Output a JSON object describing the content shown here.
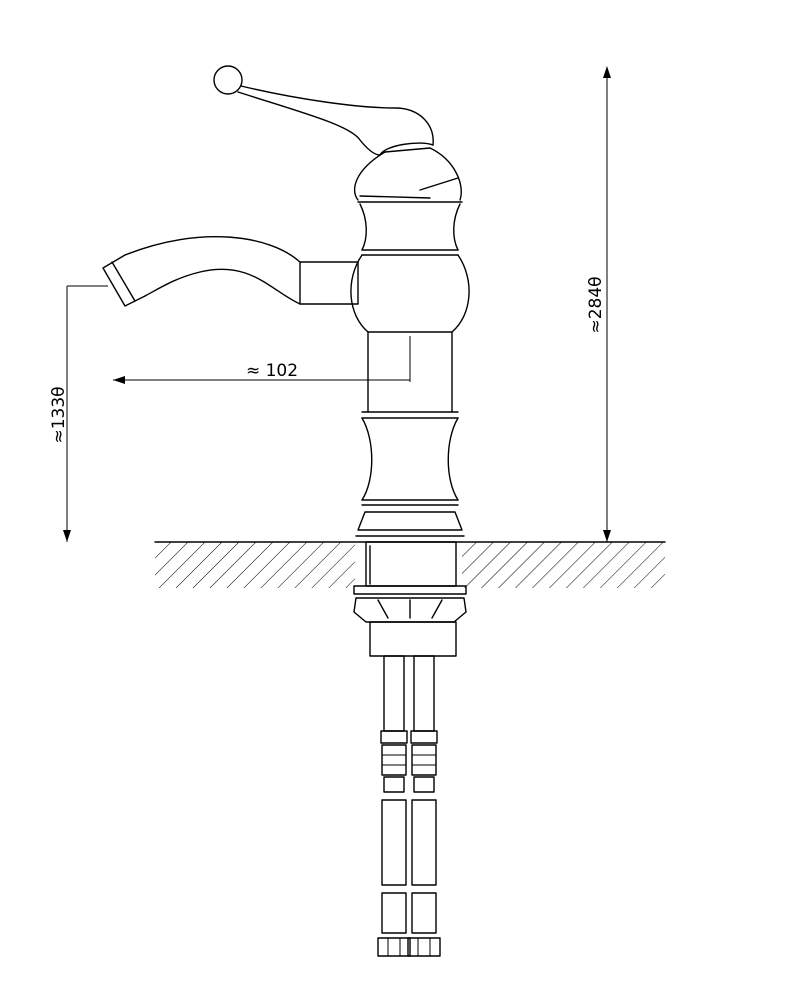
{
  "dimensions": {
    "total_height": "≈284θ",
    "spout_height": "≈133θ",
    "spout_reach": "≈ 102"
  }
}
